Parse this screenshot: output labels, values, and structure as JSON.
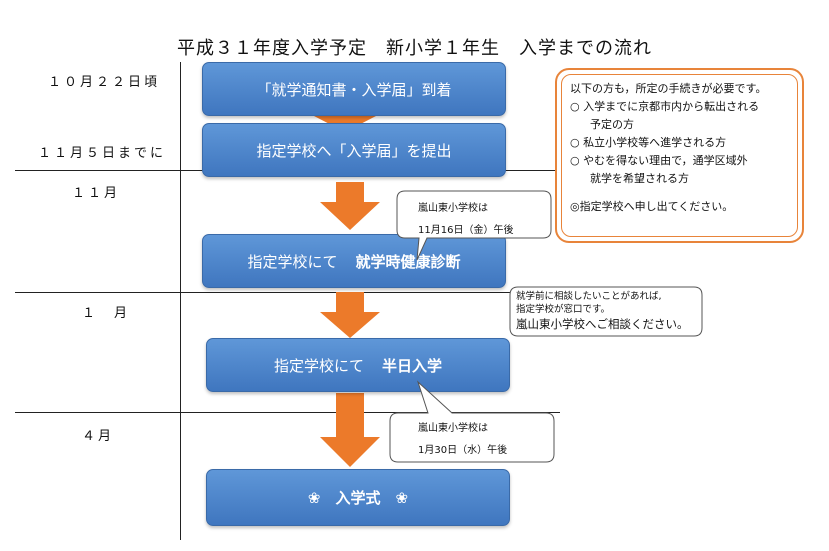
{
  "title": "平成３１年度入学予定　新小学１年生　入学までの流れ",
  "timeline": {
    "dates": [
      "１０月２２日頃",
      "１１月５日までに",
      "１１月",
      "１　月",
      "４月"
    ]
  },
  "steps": [
    {
      "text": "「就学通知書・入学届」到着",
      "bold": ""
    },
    {
      "text": "指定学校へ「入学届」を提出",
      "bold": ""
    },
    {
      "text": "指定学校にて",
      "bold": "就学時健康診断"
    },
    {
      "text": "指定学校にて",
      "bold": "半日入学"
    },
    {
      "text": "❀　入学式　❀",
      "bold": ""
    }
  ],
  "notes": {
    "health_check": {
      "line1": "嵐山東小学校は",
      "line2": "11月16日（金）午後"
    },
    "consult": {
      "line1": "就学前に相談したいことがあれば,",
      "line2": "指定学校が窓口です。",
      "line3": "嵐山東小学校へご相談ください。"
    },
    "half_day": {
      "line1": "嵐山東小学校は",
      "line2": "1月30日（水）午後"
    }
  },
  "info": {
    "intro": "以下の方も，所定の手続きが必要です。",
    "items": [
      {
        "mark": "○",
        "text": "入学までに京都市内から転出される",
        "cont": "予定の方"
      },
      {
        "mark": "○",
        "text": "私立小学校等へ進学される方",
        "cont": ""
      },
      {
        "mark": "○",
        "text": "やむを得ない理由で，通学区域外",
        "cont": "就学を希望される方"
      }
    ],
    "footer": "◎指定学校へ申し出てください。"
  },
  "colors": {
    "step_blue": "#4a84cc",
    "arrow_orange": "#ec7a2a",
    "info_border": "#e8843a"
  }
}
